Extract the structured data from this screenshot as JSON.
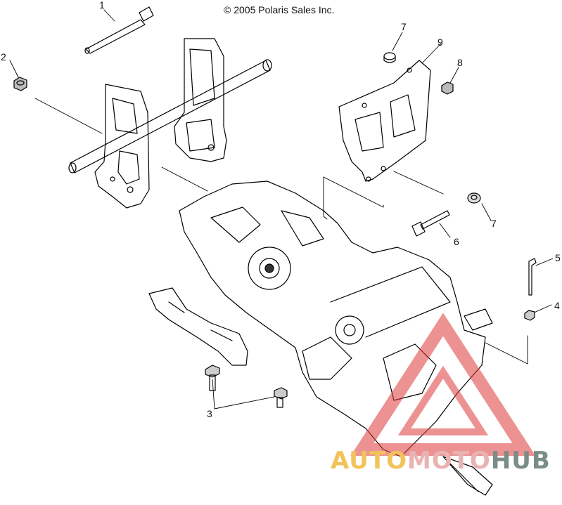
{
  "copyright": "© 2005 Polaris Sales Inc.",
  "callouts": {
    "c1": "1",
    "c2": "2",
    "c3": "3",
    "c4": "4",
    "c5": "5",
    "c6": "6",
    "c7a": "7",
    "c7b": "7",
    "c8": "8",
    "c9": "9"
  },
  "watermark": {
    "part1": "AUTO",
    "part2": "MOTO",
    "part3": "HUB",
    "colors": {
      "auto": "#f2c35a",
      "moto": "#e9b3b3",
      "hub": "#7a8d86",
      "triangle": "#e03a3a"
    }
  }
}
